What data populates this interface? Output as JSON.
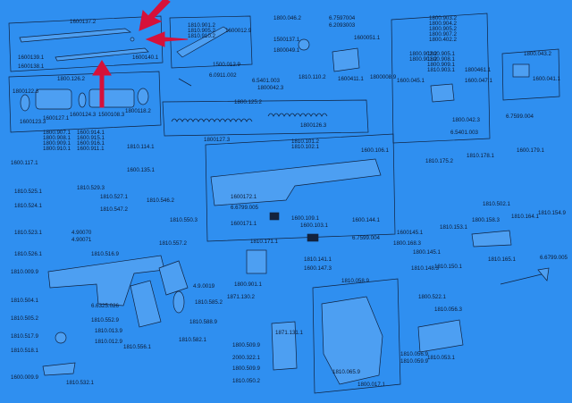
{
  "colors": {
    "background": "#2f8ff0",
    "ink": "#10223f",
    "highlight_arrow": "#d6113a"
  },
  "labels": [
    {
      "id": "l1",
      "text": "1600137.2"
    },
    {
      "id": "l2",
      "text": "1600139.1"
    },
    {
      "id": "l3",
      "text": "1600138.1"
    },
    {
      "id": "l4",
      "text": "1600140.1"
    },
    {
      "id": "l5",
      "text": "1810.901.2"
    },
    {
      "id": "l6",
      "text": "1810.905.2"
    },
    {
      "id": "l7",
      "text": "1810.910.2"
    },
    {
      "id": "l8",
      "text": "1600012.9"
    },
    {
      "id": "l9",
      "text": "1500.012.9"
    },
    {
      "id": "l10",
      "text": "6.0911.002"
    },
    {
      "id": "l11",
      "text": "1800.046.2"
    },
    {
      "id": "l12",
      "text": "1500137.1"
    },
    {
      "id": "l13",
      "text": "1800049.1"
    },
    {
      "id": "l14",
      "text": "6.7597004"
    },
    {
      "id": "l15",
      "text": "6.2093003"
    },
    {
      "id": "l16",
      "text": "1600051.1"
    },
    {
      "id": "l17",
      "text": "6.5401.003"
    },
    {
      "id": "l18",
      "text": "1800042.3"
    },
    {
      "id": "l19",
      "text": "1810.110.2"
    },
    {
      "id": "l20",
      "text": "1600411.1"
    },
    {
      "id": "l21",
      "text": "1800008.9"
    },
    {
      "id": "l22",
      "text": "1800.903.2"
    },
    {
      "id": "l23",
      "text": "1800.904.2"
    },
    {
      "id": "l24",
      "text": "1800.905.2"
    },
    {
      "id": "l25",
      "text": "1800.907.2"
    },
    {
      "id": "l26",
      "text": "1800.402.2"
    },
    {
      "id": "l27",
      "text": "1800.043.2"
    },
    {
      "id": "l28",
      "text": "1800.902.2"
    },
    {
      "id": "l29",
      "text": "1800.901.2"
    },
    {
      "id": "l30",
      "text": "1800.905.1"
    },
    {
      "id": "l31",
      "text": "1800.908.1"
    },
    {
      "id": "l32",
      "text": "1800.909.1"
    },
    {
      "id": "l33",
      "text": "1810.903.1"
    },
    {
      "id": "l34",
      "text": "1600.047.1"
    },
    {
      "id": "l35",
      "text": "1800461.1"
    },
    {
      "id": "l36",
      "text": "1600.045.1"
    },
    {
      "id": "l37",
      "text": "1600.041.1"
    },
    {
      "id": "l38",
      "text": "6.7599.004"
    },
    {
      "id": "l39",
      "text": "1800.042.3"
    },
    {
      "id": "l40",
      "text": "6.5401.003"
    },
    {
      "id": "l41",
      "text": "1800122.3"
    },
    {
      "id": "l42",
      "text": "1600123.3"
    },
    {
      "id": "l43",
      "text": "1600127.1"
    },
    {
      "id": "l44",
      "text": "1600124.3"
    },
    {
      "id": "l45",
      "text": "1500108.3"
    },
    {
      "id": "l46",
      "text": "1800118.2"
    },
    {
      "id": "l47",
      "text": "1800.126.2"
    },
    {
      "id": "l48",
      "text": "1800.125.2"
    },
    {
      "id": "l49",
      "text": "1800127.3"
    },
    {
      "id": "l50",
      "text": "1800126.3"
    },
    {
      "id": "l51",
      "text": "1800.907.1"
    },
    {
      "id": "l52",
      "text": "1800.908.1"
    },
    {
      "id": "l53",
      "text": "1800.909.1"
    },
    {
      "id": "l54",
      "text": "1800.910.1"
    },
    {
      "id": "l55",
      "text": "1600.914.1"
    },
    {
      "id": "l56",
      "text": "1600.915.1"
    },
    {
      "id": "l57",
      "text": "1600.916.1"
    },
    {
      "id": "l58",
      "text": "1600.911.1"
    },
    {
      "id": "l59",
      "text": "1810.114.1"
    },
    {
      "id": "l60",
      "text": "1600.135.1"
    },
    {
      "id": "l61",
      "text": "1810.101.2"
    },
    {
      "id": "l62",
      "text": "1810.102.1"
    },
    {
      "id": "l63",
      "text": "1600.106.1"
    },
    {
      "id": "l64",
      "text": "1810.175.2"
    },
    {
      "id": "l65",
      "text": "1810.178.1"
    },
    {
      "id": "l66",
      "text": "1600.179.1"
    },
    {
      "id": "l67",
      "text": "1600.117.1"
    },
    {
      "id": "l68",
      "text": "1810.525.1"
    },
    {
      "id": "l69",
      "text": "1810.529.3"
    },
    {
      "id": "l70",
      "text": "1810.524.1"
    },
    {
      "id": "l71",
      "text": "1810.527.1"
    },
    {
      "id": "l72",
      "text": "1810.547.2"
    },
    {
      "id": "l73",
      "text": "1810.546.2"
    },
    {
      "id": "l74",
      "text": "1810.550.3"
    },
    {
      "id": "l75",
      "text": "1810.523.1"
    },
    {
      "id": "l76",
      "text": "4.90070"
    },
    {
      "id": "l77",
      "text": "4.90071"
    },
    {
      "id": "l78",
      "text": "1810.526.1"
    },
    {
      "id": "l79",
      "text": "1810.516.9"
    },
    {
      "id": "l80",
      "text": "1810.557.2"
    },
    {
      "id": "l81",
      "text": "1600172.1"
    },
    {
      "id": "l82",
      "text": "6.6799.005"
    },
    {
      "id": "l83",
      "text": "1600171.1"
    },
    {
      "id": "l84",
      "text": "1810.171.1"
    },
    {
      "id": "l85",
      "text": "1600.144.1"
    },
    {
      "id": "l86",
      "text": "1600.103.1"
    },
    {
      "id": "l87",
      "text": "1600.109.1"
    },
    {
      "id": "l88",
      "text": "6.7599.004"
    },
    {
      "id": "l89",
      "text": "1600145.1"
    },
    {
      "id": "l90",
      "text": "1810.141.1"
    },
    {
      "id": "l91",
      "text": "1600.147.3"
    },
    {
      "id": "l92",
      "text": "1800.168.3"
    },
    {
      "id": "l93",
      "text": "1800.145.1"
    },
    {
      "id": "l94",
      "text": "1810.148.3"
    },
    {
      "id": "l95",
      "text": "1810.150.1"
    },
    {
      "id": "l96",
      "text": "1810.153.1"
    },
    {
      "id": "l97",
      "text": "1800.158.3"
    },
    {
      "id": "l98",
      "text": "1810.164.1"
    },
    {
      "id": "l99",
      "text": "1810.154.9"
    },
    {
      "id": "l100",
      "text": "1810.165.1"
    },
    {
      "id": "l101",
      "text": "6.6799.005"
    },
    {
      "id": "l102",
      "text": "1810.502.1"
    },
    {
      "id": "l103",
      "text": "1810.009.9"
    },
    {
      "id": "l104",
      "text": "1810.504.1"
    },
    {
      "id": "l105",
      "text": "1810.505.2"
    },
    {
      "id": "l106",
      "text": "1810.517.9"
    },
    {
      "id": "l107",
      "text": "1810.518.1"
    },
    {
      "id": "l108",
      "text": "1600.009.9"
    },
    {
      "id": "l109",
      "text": "1810.532.1"
    },
    {
      "id": "l110",
      "text": "6.6325.026"
    },
    {
      "id": "l111",
      "text": "1810.552.9"
    },
    {
      "id": "l112",
      "text": "1810.013.9"
    },
    {
      "id": "l113",
      "text": "1810.012.9"
    },
    {
      "id": "l114",
      "text": "1810.556.1"
    },
    {
      "id": "l115",
      "text": "4.9.0019"
    },
    {
      "id": "l116",
      "text": "1810.585.2"
    },
    {
      "id": "l117",
      "text": "1810.588.9"
    },
    {
      "id": "l118",
      "text": "1810.582.1"
    },
    {
      "id": "l119",
      "text": "1800.901.1"
    },
    {
      "id": "l120",
      "text": "1871.130.2"
    },
    {
      "id": "l121",
      "text": "1871.131.1"
    },
    {
      "id": "l122",
      "text": "1800.509.9"
    },
    {
      "id": "l123",
      "text": "2000.322.1"
    },
    {
      "id": "l124",
      "text": "1800.509.9"
    },
    {
      "id": "l125",
      "text": "1810.050.2"
    },
    {
      "id": "l126",
      "text": "1810.058.9"
    },
    {
      "id": "l127",
      "text": "1800.522.1"
    },
    {
      "id": "l128",
      "text": "1810.056.3"
    },
    {
      "id": "l129",
      "text": "1810.056.9"
    },
    {
      "id": "l130",
      "text": "1810.059.9"
    },
    {
      "id": "l131",
      "text": "1810.053.1"
    },
    {
      "id": "l132",
      "text": "1810.065.9"
    },
    {
      "id": "l133",
      "text": "1800.017.1"
    }
  ]
}
